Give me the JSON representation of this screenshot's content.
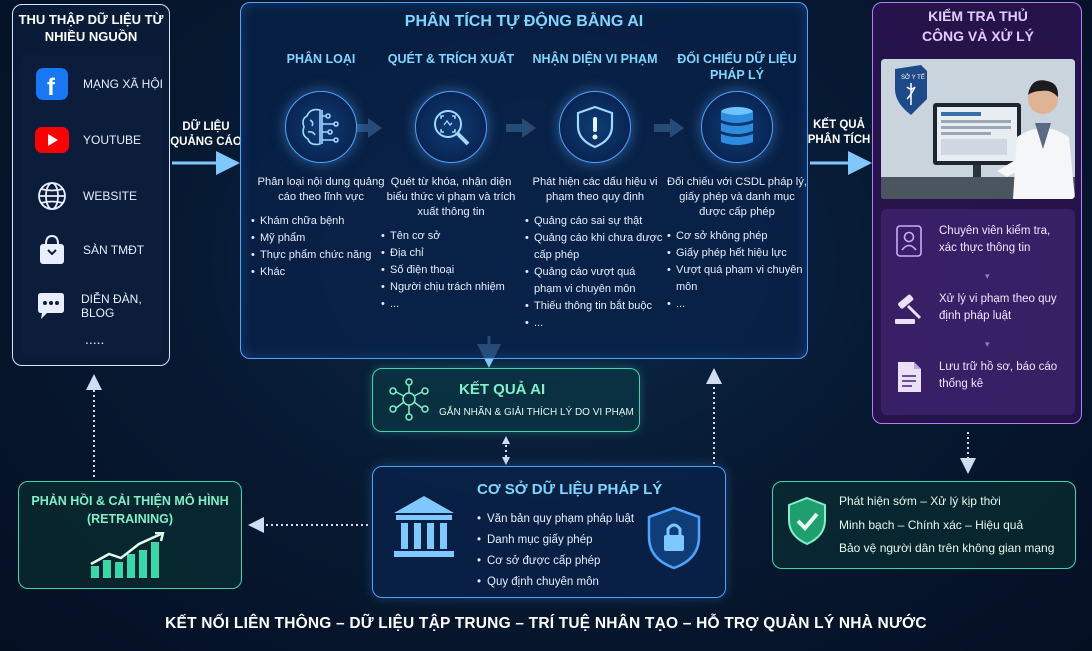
{
  "sources": {
    "title": "THU THẬP DỮ LIỆU TỪ NHIỀU NGUỒN",
    "items": [
      {
        "label": "MẠNG XÃ HỘI",
        "icon": "facebook-icon"
      },
      {
        "label": "YOUTUBE",
        "icon": "youtube-icon"
      },
      {
        "label": "WEBSITE",
        "icon": "globe-icon"
      },
      {
        "label": "SÀN TMĐT",
        "icon": "shopping-bag-icon"
      },
      {
        "label": "DIỄN ĐÀN, BLOG",
        "icon": "chat-icon"
      }
    ],
    "more": "....."
  },
  "flow_labels": {
    "ads_data": "DỮ LIỆU QUẢNG CÁO",
    "analysis_result": "KẾT QUẢ PHÂN TÍCH"
  },
  "ai": {
    "title": "PHÂN TÍCH TỰ ĐỘNG BẰNG AI",
    "columns": [
      {
        "title": "PHÂN LOẠI",
        "icon": "brain-circuit-icon",
        "desc": "Phân loại nội dung quảng cáo theo lĩnh vực",
        "items": [
          "Khám chữa bệnh",
          "Mỹ phẩm",
          "Thực phẩm chức năng",
          "Khác"
        ]
      },
      {
        "title": "QUÉT & TRÍCH XUẤT",
        "icon": "magnifier-scan-icon",
        "desc": "Quét từ khóa, nhận diện biểu thức vi phạm và trích xuất thông tin",
        "items": [
          "Tên cơ sở",
          "Địa chỉ",
          "Số điện thoại",
          "Người chịu trách nhiệm",
          "..."
        ]
      },
      {
        "title": "NHẬN DIỆN VI PHẠM",
        "icon": "shield-alert-icon",
        "desc": "Phát hiện các dấu hiệu vi phạm theo quy định",
        "items": [
          "Quảng cáo sai sự thật",
          "Quảng cáo khi chưa được cấp phép",
          "Quảng cáo vượt quá phạm vi chuyên môn",
          "Thiếu thông tin bắt buộc",
          "..."
        ]
      },
      {
        "title": "ĐỐI CHIẾU DỮ LIỆU PHÁP LÝ",
        "icon": "database-icon",
        "desc": "Đối chiếu với CSDL pháp lý, giấy phép và danh mục được cấp phép",
        "items": [
          "Cơ sở không phép",
          "Giấy phép hết hiệu lực",
          "Vượt quá phạm vi chuyên môn",
          "..."
        ]
      }
    ]
  },
  "manual": {
    "title": "KIỂM TRA THỦ CÔNG VÀ XỬ LÝ",
    "badge": "SỞ Y TẾ",
    "steps": [
      {
        "text": "Chuyên viên kiểm tra, xác thực thông tin",
        "icon": "id-card-icon"
      },
      {
        "text": "Xử lý vi phạm theo quy định pháp luật",
        "icon": "gavel-icon"
      },
      {
        "text": "Lưu trữ hồ sơ, báo cáo thống kê",
        "icon": "document-folder-icon"
      }
    ]
  },
  "result": {
    "title": "KẾT QUẢ AI",
    "subtitle": "GẮN NHÃN & GIẢI THÍCH LÝ DO VI PHẠM"
  },
  "legal": {
    "title": "CƠ SỞ DỮ LIỆU PHÁP LÝ",
    "items": [
      "Văn bản quy phạm pháp luật",
      "Danh mục giấy phép",
      "Cơ sở được cấp phép",
      "Quy định chuyên môn"
    ]
  },
  "feedback": {
    "title": "PHẢN HỒI & CẢI THIỆN MÔ HÌNH (RETRAINING)"
  },
  "benefits": {
    "lines": [
      "Phát hiện sớm – Xử lý kịp thời",
      "Minh bạch – Chính xác – Hiệu quả",
      "Bảo vệ người dân trên không gian mạng"
    ]
  },
  "footer": "KẾT NỐI LIÊN THÔNG – DỮ LIỆU TẬP TRUNG – TRÍ TUỆ NHÂN TẠO – HỖ TRỢ QUẢN LÝ NHÀ NƯỚC",
  "colors": {
    "background": "#071a33",
    "ai_accent": "#4da3ff",
    "manual_accent": "#b77bff",
    "green_accent": "#38d9a9"
  }
}
